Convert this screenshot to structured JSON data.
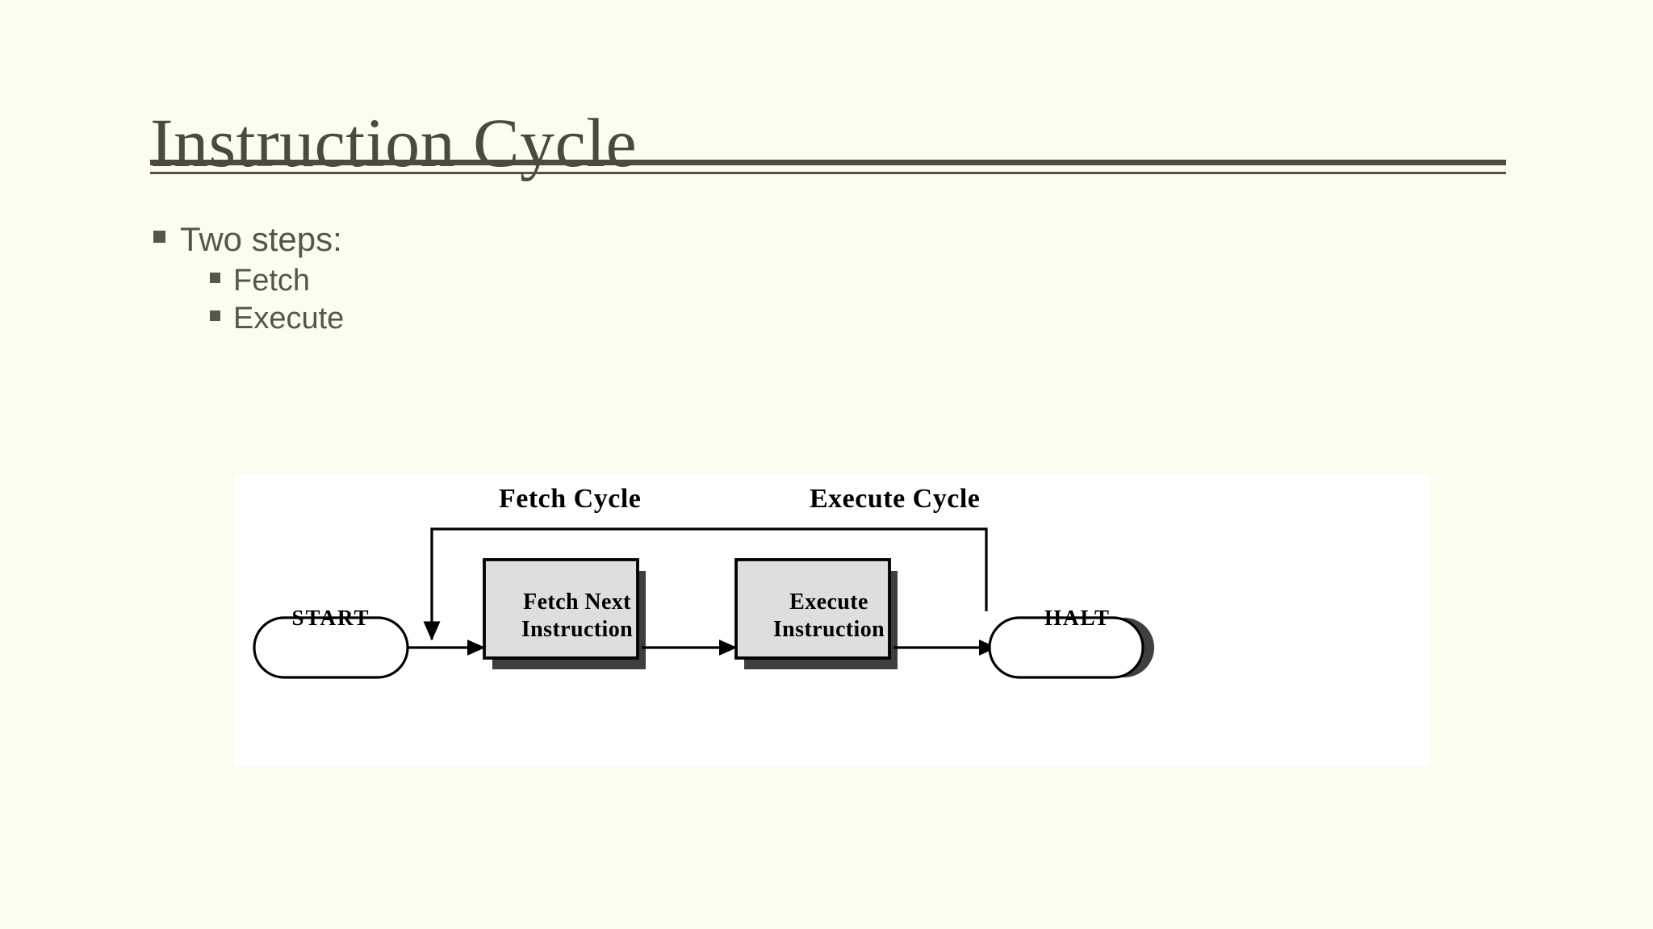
{
  "slide": {
    "title": "Instruction Cycle",
    "background_color": "#fdfdef",
    "title_color": "#4b4a3f",
    "rule_color": "#4b4a3f"
  },
  "bullets": {
    "level1": [
      {
        "text": "Two steps:"
      }
    ],
    "level2": [
      {
        "text": "Fetch"
      },
      {
        "text": "Execute"
      }
    ]
  },
  "diagram": {
    "type": "flowchart",
    "background_color": "#ffffff",
    "node_fill": "#dedede",
    "terminator_fill": "#ffffff",
    "shadow_color": "#3f3f3f",
    "stroke_color": "#000000",
    "phase_labels": [
      {
        "name": "fetch-cycle-label",
        "text": "Fetch Cycle"
      },
      {
        "name": "execute-cycle-label",
        "text": "Execute Cycle"
      }
    ],
    "nodes": [
      {
        "id": "start",
        "shape": "terminator",
        "text": "START"
      },
      {
        "id": "fetch",
        "shape": "process",
        "text": "Fetch Next\nInstruction"
      },
      {
        "id": "execute",
        "shape": "process",
        "text": "Execute\nInstruction"
      },
      {
        "id": "halt",
        "shape": "terminator",
        "text": "HALT"
      }
    ],
    "edges": [
      {
        "from": "start",
        "to": "fetch",
        "style": "arrow"
      },
      {
        "from": "fetch",
        "to": "execute",
        "style": "arrow"
      },
      {
        "from": "execute",
        "to": "halt",
        "style": "arrow"
      },
      {
        "from": "execute",
        "to": "fetch",
        "style": "feedback-loop-arrow"
      }
    ]
  }
}
